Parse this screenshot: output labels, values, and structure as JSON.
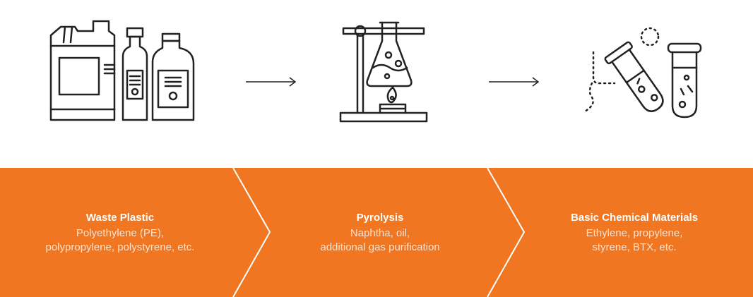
{
  "colors": {
    "band": "#f07622",
    "separator": "#ffffff",
    "icon_stroke": "#222222"
  },
  "icons": [
    {
      "name": "plastic-bottles-icon"
    },
    {
      "name": "pyrolysis-flask-icon"
    },
    {
      "name": "test-tubes-icon"
    }
  ],
  "arrows": [
    {
      "name": "arrow-right-icon"
    },
    {
      "name": "arrow-right-icon"
    }
  ],
  "steps": [
    {
      "title": "Waste Plastic",
      "lines": [
        "Polyethylene (PE),",
        "polypropylene, polystyrene, etc."
      ]
    },
    {
      "title": "Pyrolysis",
      "lines": [
        "Naphtha, oil,",
        "additional gas purification"
      ]
    },
    {
      "title": "Basic Chemical Materials",
      "lines": [
        "Ethylene, propylene,",
        "styrene, BTX, etc."
      ]
    }
  ]
}
